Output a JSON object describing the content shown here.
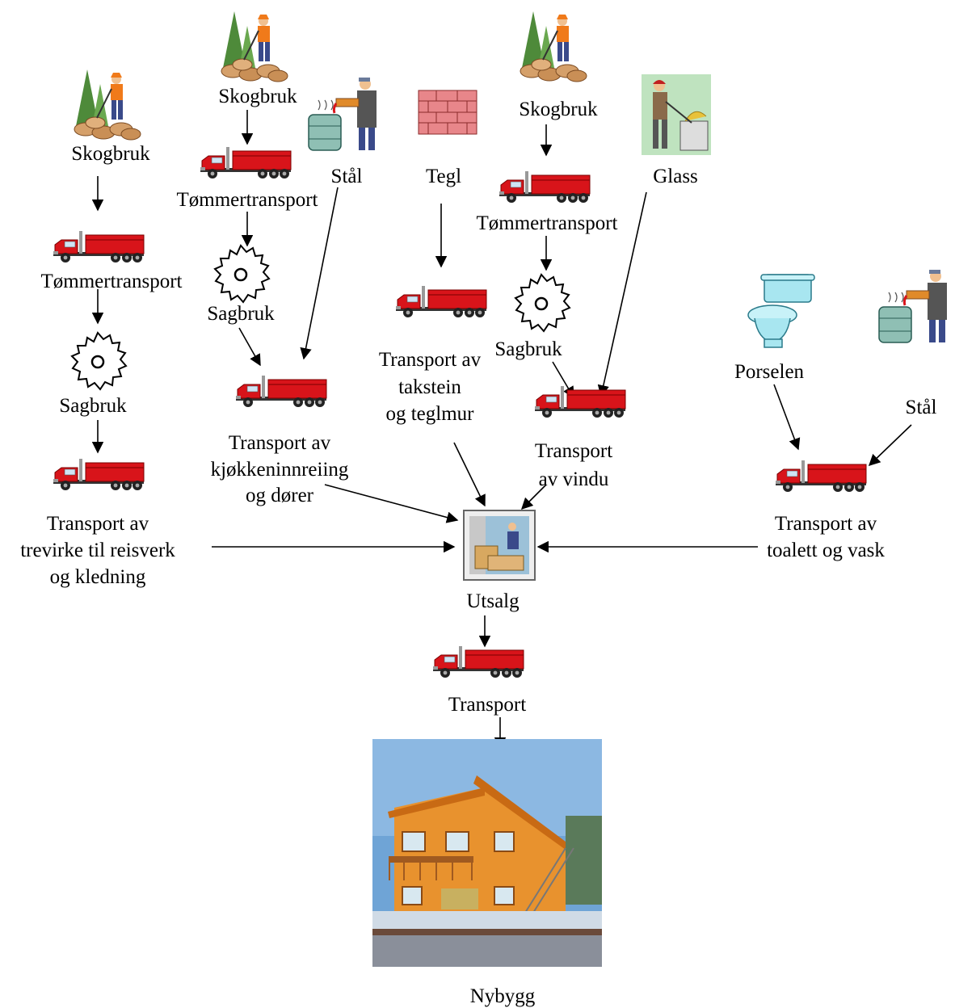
{
  "labels": {
    "skog1": "Skogbruk",
    "tom1": "Tømmertransport",
    "sag1": "Sagbruk",
    "tr1": [
      "Transport av",
      "trevirke til reisverk",
      "og kledning"
    ],
    "skog2": "Skogbruk",
    "tom2": "Tømmertransport",
    "sag2": "Sagbruk",
    "stal1": "Stål",
    "tr2": [
      "Transport av",
      "kjøkkeninnreiing",
      "og dører"
    ],
    "tegl": "Tegl",
    "tr3": [
      "Transport av",
      "takstein",
      "og teglmur"
    ],
    "skog3": "Skogbruk",
    "tom3": "Tømmertransport",
    "sag3": "Sagbruk",
    "glass": "Glass",
    "tr4": [
      "Transport",
      "av vindu"
    ],
    "porselen": "Porselen",
    "stal2": "Stål",
    "tr5": [
      "Transport av",
      "toalett og vask"
    ],
    "utsalg": "Utsalg",
    "transport": "Transport",
    "nybygg": "Nybygg"
  },
  "icons": {
    "forester": "forester-icon",
    "truck": "truck-icon",
    "sawblade": "sawblade-icon",
    "steelworker": "steelworker-icon",
    "brick": "brick-icon",
    "glassworker": "glassworker-icon",
    "toilet": "toilet-icon",
    "store": "store-icon",
    "house": "house-photo"
  },
  "colors": {
    "truck_red": "#d8141a",
    "brick": "#e8868a",
    "toilet": "#a8e6f0",
    "tree": "#4e8a3a",
    "house": "#e8922e",
    "sky": "#6fa4d6"
  }
}
